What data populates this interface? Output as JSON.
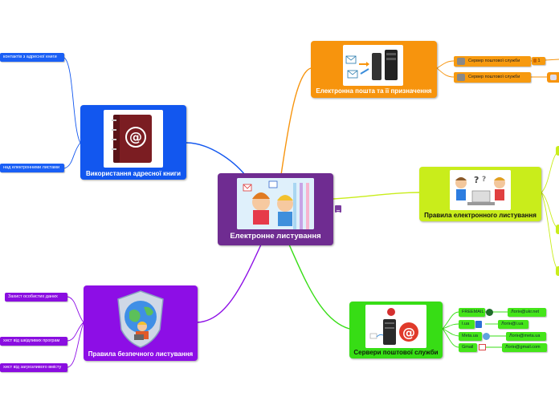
{
  "central": {
    "title": "Електронне листування",
    "note_icon": "note-icon"
  },
  "branches": {
    "email": {
      "title": "Електронна пошта та її призначення",
      "children": [
        {
          "label": "Сервер поштової служби",
          "badge": "1"
        },
        {
          "label": "Сервер поштової служби"
        }
      ]
    },
    "address_book": {
      "title": "Використання адресної книги",
      "children": [
        {
          "label": "контактів з адресної книги"
        },
        {
          "label": "над електронними листами"
        }
      ]
    },
    "rules": {
      "title": "Правила електронного листування"
    },
    "safe": {
      "title": "Правила безпечного листування",
      "children": [
        {
          "label": "Захист особистих даних"
        },
        {
          "label": "хист від шкідливих програм"
        },
        {
          "label": "хист від загрозливого вмісту"
        }
      ]
    },
    "servers": {
      "title": "Сервери поштової служби",
      "rows": [
        {
          "service": "FREEMAIL",
          "login": "Логін@ukr.net"
        },
        {
          "service": "I.ua",
          "login": "Логін@i.ua"
        },
        {
          "service": "Meta.ua",
          "login": "Логін@meta.ua"
        },
        {
          "service": "Gmail",
          "login": "Логін@gmail.com"
        }
      ]
    }
  },
  "colors": {
    "central": "#6f2c91",
    "email": "#f7940d",
    "address_book": "#1257ef",
    "rules": "#c9ed1b",
    "safe": "#8d0ee6",
    "servers": "#37dd15"
  }
}
